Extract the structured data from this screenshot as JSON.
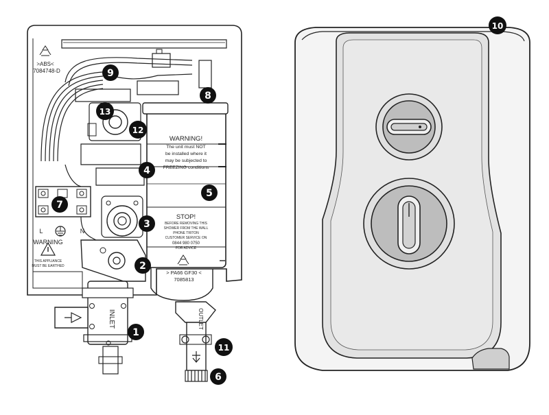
{
  "callouts": [
    "1",
    "2",
    "3",
    "4",
    "5",
    "6",
    "7",
    "8",
    "9",
    "10",
    "11",
    "12",
    "13"
  ],
  "internal_labels": {
    "abs_mark": ">ABS<",
    "part_code": "7084748-D",
    "warning_head": "WARNING!",
    "warning_line1": "The unit must NOT",
    "warning_line2": "be installed where it",
    "warning_line3": "may be subjected to",
    "warning_line4": "FREEZING conditions",
    "stop_head": "STOP!",
    "stop_line1": "BEFORE REMOVING THIS",
    "stop_line2": "SHOWER FROM THE WALL",
    "stop_line3": "PHONE TRITON",
    "stop_line4": "CUSTOMER SERVICE ON",
    "stop_phone": "0844 980 0750",
    "stop_line5": "FOR ADVICE",
    "pass_mark": "> PA66 GF30 <",
    "pass_code": "7085813",
    "terminal_l": "L",
    "terminal_n": "N",
    "earth_warning_head": "WARNING",
    "earth_warning_line1": "THIS APPLIANCE",
    "earth_warning_line2": "MUST BE EARTHED",
    "inlet": "INLET",
    "outlet": "OUTLET"
  },
  "colors": {
    "line": "#222222",
    "callout_fill": "#111111",
    "callout_text": "#ffffff",
    "cover_fill": "#e6e6e6",
    "cover_shade": "#d4d4d4",
    "background": "#ffffff"
  }
}
